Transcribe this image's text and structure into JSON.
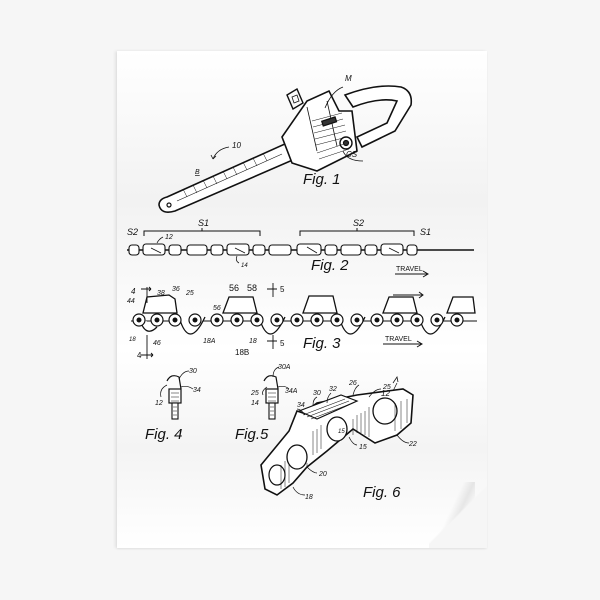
{
  "poster": {
    "type": "patent-drawing",
    "subject": "chainsaw and saw chain",
    "background_color": "#f6f6f6",
    "paper_color": "#ffffff",
    "ink_color": "#111111"
  },
  "figures": {
    "fig1": {
      "caption": "Fig. 1",
      "labels": {
        "ref": "10",
        "motor": "M",
        "bar": "B",
        "clutch": "CS"
      }
    },
    "fig2": {
      "caption": "Fig. 2",
      "labels": {
        "s2_left": "S2",
        "s1_a": "S1",
        "s2_b": "S2",
        "s1_right": "S1",
        "n12": "12",
        "n14": "14"
      },
      "travel": "TRAVEL"
    },
    "fig3": {
      "caption": "Fig. 3",
      "labels": {
        "n4_top": "4",
        "n44": "44",
        "n38": "38",
        "n36": "36",
        "n25": "25",
        "n56a": "56",
        "n56b": "56",
        "n58": "58",
        "n5_top": "5",
        "n18_left": "18",
        "n46": "46",
        "n18a": "18A",
        "n18b": "18B",
        "n18_mid": "18",
        "n5_bottom": "5",
        "n4_bottom": "4"
      },
      "travel": "TRAVEL"
    },
    "fig4": {
      "caption": "Fig. 4",
      "labels": {
        "n30": "30",
        "n34": "34",
        "n12": "12"
      }
    },
    "fig5": {
      "caption": "Fig.5",
      "labels": {
        "n30a": "30A",
        "n34a": "34A",
        "n25": "25",
        "n14": "14"
      }
    },
    "fig6": {
      "caption": "Fig. 6",
      "labels": {
        "n12": "12",
        "n26": "26",
        "n25": "25",
        "n32": "32",
        "n30": "30",
        "n34": "34",
        "n15a": "15",
        "n15b": "15",
        "n22": "22",
        "n20": "20",
        "n18": "18"
      }
    }
  }
}
